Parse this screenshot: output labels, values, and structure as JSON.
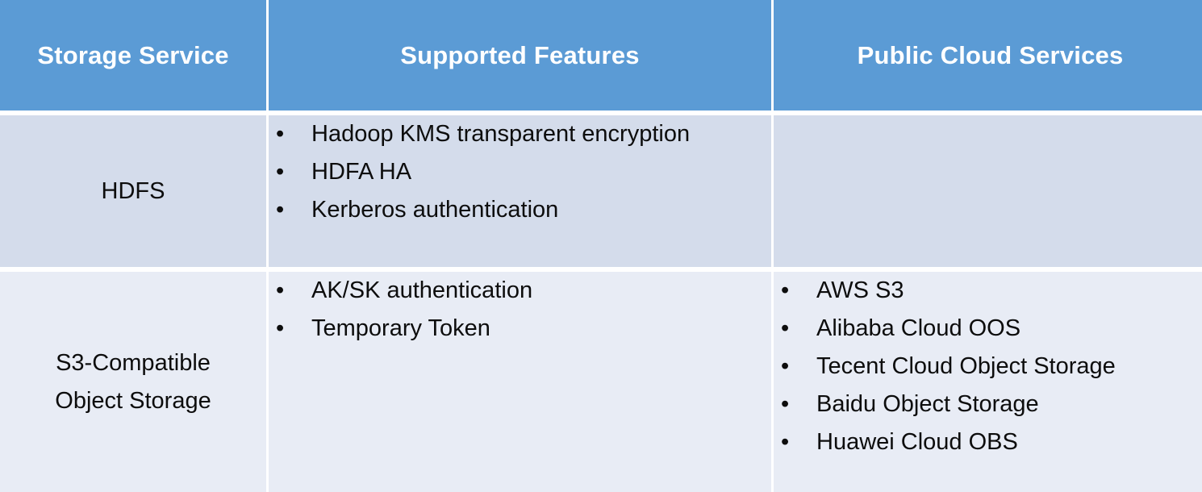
{
  "table": {
    "headers": [
      {
        "label": "Storage Service",
        "name": "storage-service"
      },
      {
        "label": "Supported Features",
        "name": "supported-features"
      },
      {
        "label": "Public Cloud Services",
        "name": "public-cloud-services"
      }
    ],
    "header_bg_color": "#5b9bd5",
    "header_text_color": "#ffffff",
    "row_colors": [
      "#d4dceb",
      "#e8ecf5"
    ],
    "body_text_color": "#0d0d0d",
    "bullet_glyph": "•",
    "rows": [
      {
        "service_line_1": "HDFS",
        "service_line_2": "",
        "features": [
          "Hadoop KMS transparent encryption",
          "HDFA HA",
          "Kerberos authentication"
        ],
        "clouds": []
      },
      {
        "service_line_1": "S3-Compatible",
        "service_line_2": "Object Storage",
        "features": [
          "AK/SK authentication",
          "Temporary Token"
        ],
        "clouds": [
          "AWS S3",
          "Alibaba Cloud OOS",
          "Tecent Cloud Object Storage",
          "Baidu Object Storage",
          "Huawei Cloud OBS"
        ]
      }
    ]
  }
}
